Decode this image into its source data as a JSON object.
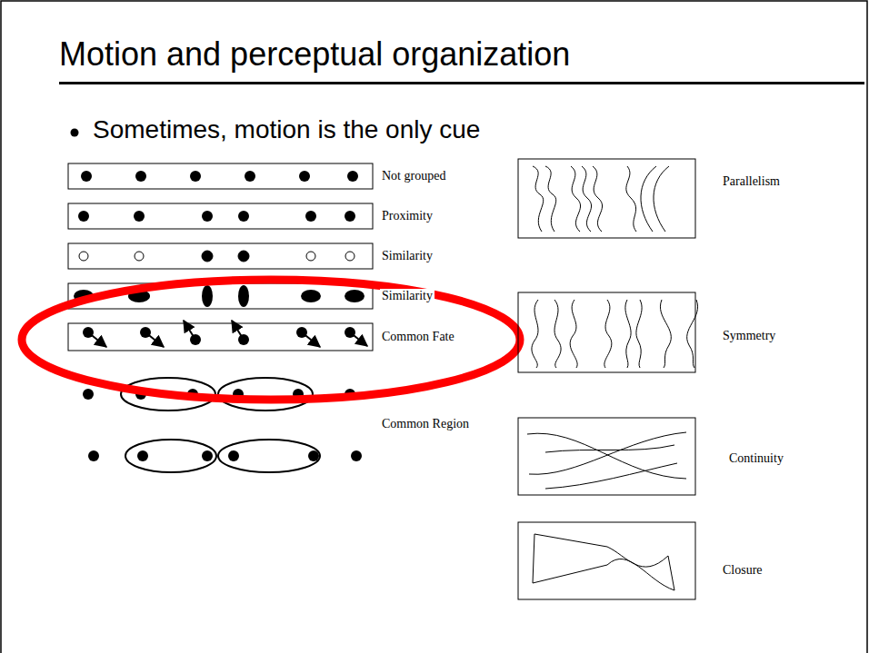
{
  "diagram": {
    "title": "Motion and perceptual organization",
    "labels": [
      "Sometimes, motion is the only cue",
      "Not grouped",
      "Proximity",
      "Similarity",
      "Similarity",
      "Common Fate",
      "Common Region",
      "Parallelism",
      "Symmetry",
      "Continuity",
      "Closure"
    ]
  }
}
